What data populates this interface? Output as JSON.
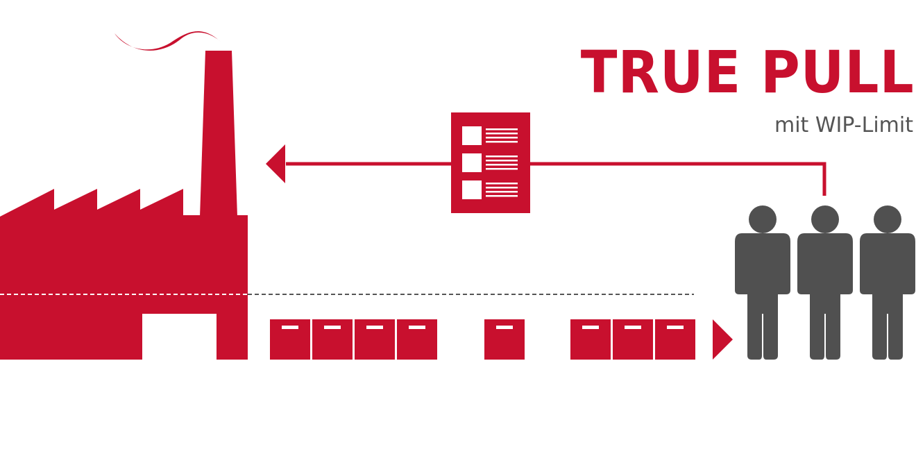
{
  "title": "TRUE PULL",
  "subtitle": "mit WIP-Limit",
  "colors": {
    "accent": "#c8102e",
    "people": "#505050",
    "dashed_line": "#555555",
    "background": "#ffffff"
  },
  "icons": {
    "factory": "factory-icon",
    "kanban_card": "kanban-card-icon",
    "customers": "person-icon",
    "box": "box-icon",
    "arrow": "arrow-icon"
  },
  "kanban_card_rows": 3,
  "box_groups": [
    4,
    1,
    3
  ],
  "customer_count": 3
}
